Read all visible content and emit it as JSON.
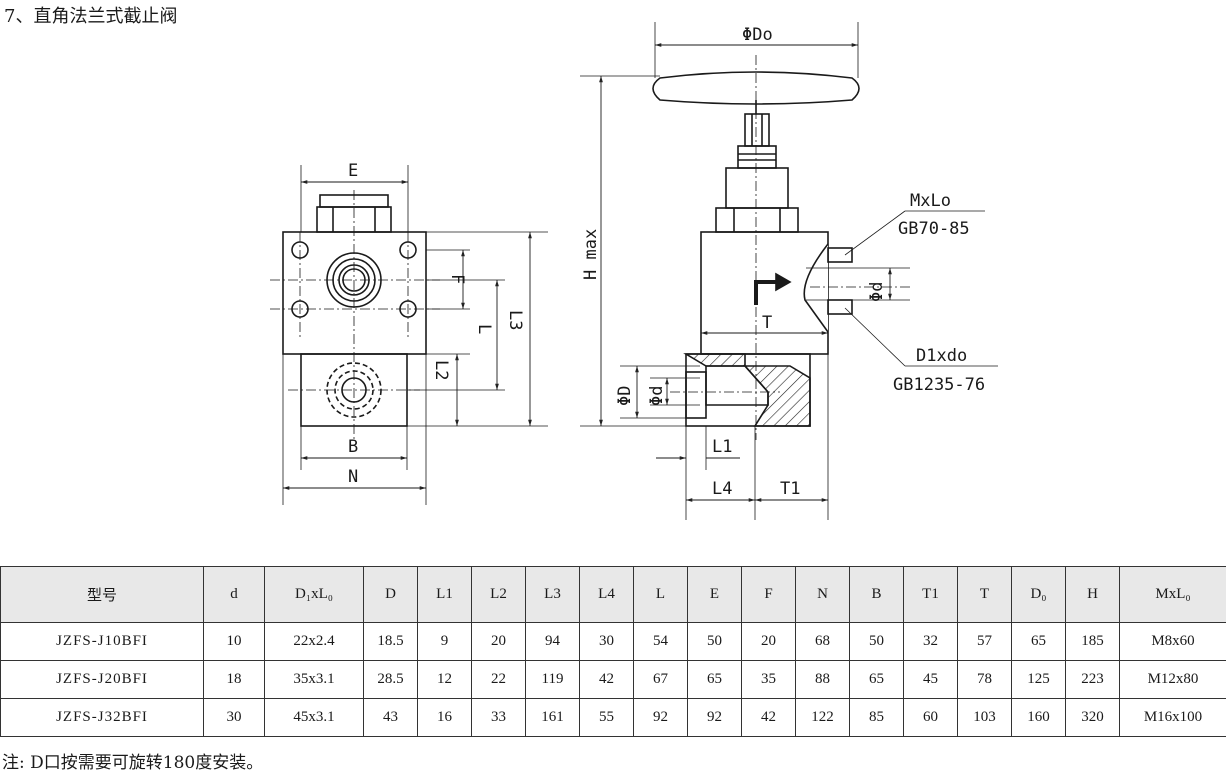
{
  "title": "7、直角法兰式截止阀",
  "drawing": {
    "left_view": {
      "E": "E",
      "F": "F",
      "L": "L",
      "L2": "L2",
      "L3": "L3",
      "B": "B",
      "N": "N"
    },
    "right_view": {
      "Do": "ΦDo",
      "Hmax": "H max",
      "MxLo": "MxLo",
      "gb70": "GB70-85",
      "phid_right": "Φd",
      "T": "T",
      "D1xdo": "D1xdo",
      "gb1235": "GB1235-76",
      "phiD": "ΦD",
      "phid_left": "Φd",
      "L1": "L1",
      "L4": "L4",
      "T1": "T1"
    }
  },
  "table": {
    "headers": [
      "型号",
      "d",
      "D₁xL₀",
      "D",
      "L1",
      "L2",
      "L3",
      "L4",
      "L",
      "E",
      "F",
      "N",
      "B",
      "T1",
      "T",
      "D₀",
      "H",
      "MxL₀"
    ],
    "rows": [
      [
        "JZFS-J10BFI",
        "10",
        "22x2.4",
        "18.5",
        "9",
        "20",
        "94",
        "30",
        "54",
        "50",
        "20",
        "68",
        "50",
        "32",
        "57",
        "65",
        "185",
        "M8x60"
      ],
      [
        "JZFS-J20BFI",
        "18",
        "35x3.1",
        "28.5",
        "12",
        "22",
        "119",
        "42",
        "67",
        "65",
        "35",
        "88",
        "65",
        "45",
        "78",
        "125",
        "223",
        "M12x80"
      ],
      [
        "JZFS-J32BFI",
        "30",
        "45x3.1",
        "43",
        "16",
        "33",
        "161",
        "55",
        "92",
        "92",
        "42",
        "122",
        "85",
        "60",
        "103",
        "160",
        "320",
        "M16x100"
      ]
    ]
  },
  "note": "注: D口按需要可旋转180度安装。"
}
